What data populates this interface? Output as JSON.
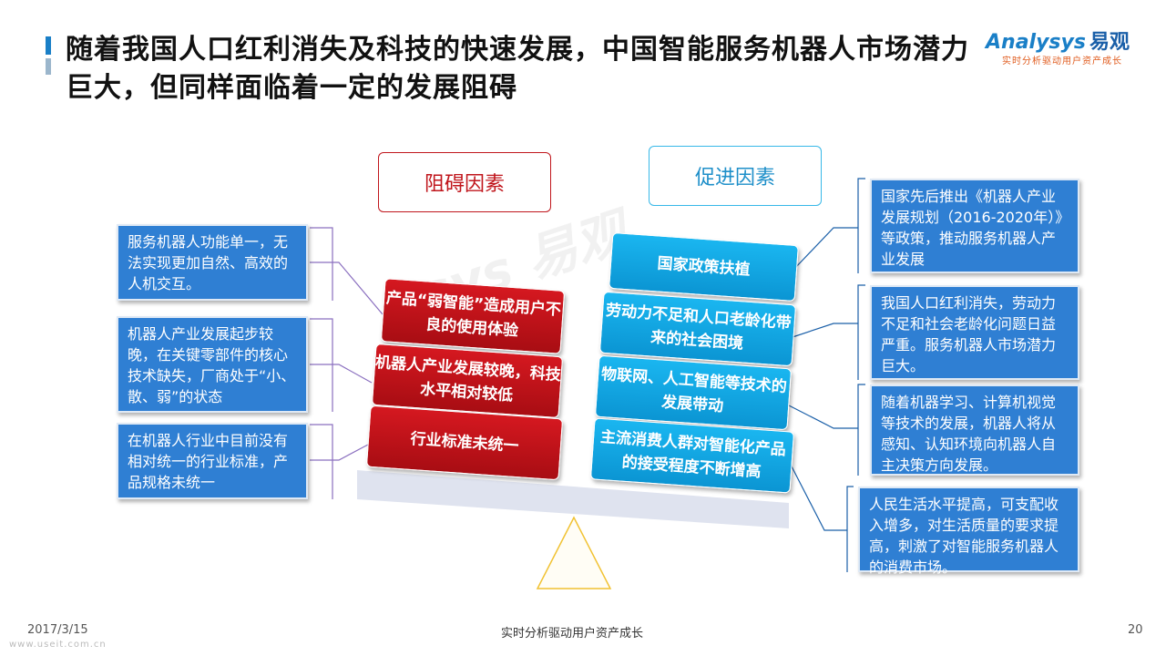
{
  "title": "随着我国人口红利消失及科技的快速发展，中国智能服务机器人市场潜力巨大，但同样面临着一定的发展阻碍",
  "logo": {
    "brand": "Analysys",
    "brand_cn": "易观",
    "tagline": "实时分析驱动用户资产成长"
  },
  "watermark": "ysys 易观",
  "headers": {
    "obstacle": "阻碍因素",
    "promote": "促进因素"
  },
  "obstacles": {
    "blocks": [
      "产品“弱智能”造成用户不良的使用体验",
      "机器人产业发展较晚，科技水平相对较低",
      "行业标准未统一"
    ],
    "details": [
      "服务机器人功能单一，无法实现更加自然、高效的人机交互。",
      "机器人产业发展起步较晚，在关键零部件的核心技术缺失，厂商处于“小、散、弱”的状态",
      "在机器人行业中目前没有相对统一的行业标准，产品规格未统一"
    ]
  },
  "promotes": {
    "blocks": [
      "国家政策扶植",
      "劳动力不足和人口老龄化带来的社会困境",
      "物联网、人工智能等技术的发展带动",
      "主流消费人群对智能化产品的接受程度不断增高"
    ],
    "details": [
      "国家先后推出《机器人产业发展规划（2016-2020年）》等政策，推动服务机器人产业发展",
      "我国人口红利消失，劳动力不足和社会老龄化问题日益严重。服务机器人市场潜力巨大。",
      "随着机器学习、计算机视觉等技术的发展，机器人将从感知、认知环境向机器人自主决策方向发展。",
      "人民生活水平提高，可支配收入增多，对生活质量的要求提高，刺激了对智能服务机器人的消费市场。"
    ]
  },
  "footer": {
    "date": "2017/3/15",
    "site": "www.useit.com.cn",
    "center": "实时分析驱动用户资产成长",
    "page": "20"
  },
  "colors": {
    "obstacle_red": "#c0161c",
    "promote_blue": "#1ab6f0",
    "detail_blue": "#2f7fd3",
    "title_bar": "#1a7fc7"
  }
}
